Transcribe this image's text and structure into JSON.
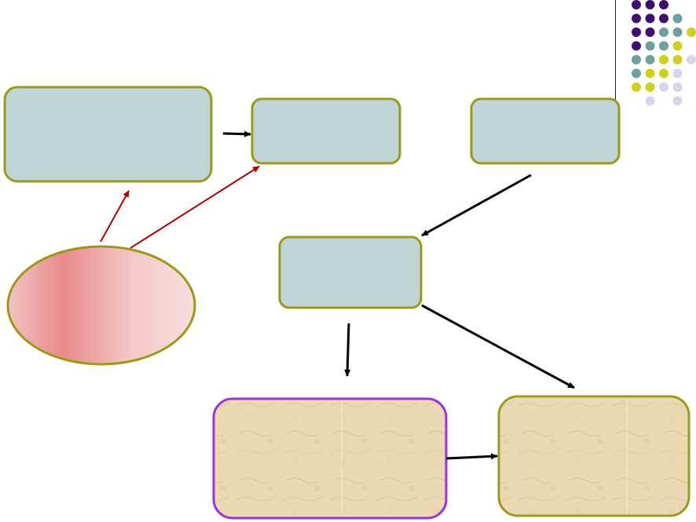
{
  "colors": {
    "box_fill": "#bfd5d5",
    "box_border": "#9a9a1a",
    "ellipse_border": "#9a9a1a",
    "ellipse_gradient": [
      "#f2c3c3",
      "#e88a8a",
      "#f4c7c7",
      "#f7dede"
    ],
    "parchment_fill": "#ead9b3",
    "parchment_border_left": "#9a33dd",
    "parchment_border_right": "#9a9a1a",
    "arrow_black": "#000000",
    "arrow_red": "#b30000",
    "dot_purple": "#3f0f6f",
    "dot_teal": "#6f9f9f",
    "dot_yellow": "#cfcf1f",
    "dot_lavender": "#d6d6ea"
  },
  "decoration": {
    "dot_grid": [
      [
        "purple",
        "purple",
        "purple",
        null,
        null
      ],
      [
        "purple",
        "purple",
        "purple",
        "teal",
        null
      ],
      [
        "purple",
        "purple",
        "teal",
        "teal",
        "yellow"
      ],
      [
        "purple",
        "teal",
        "teal",
        "yellow",
        null
      ],
      [
        "teal",
        "teal",
        "yellow",
        "yellow",
        "lavender"
      ],
      [
        "teal",
        "yellow",
        "yellow",
        "lavender",
        null
      ],
      [
        "yellow",
        "yellow",
        "lavender",
        "lavender",
        null
      ],
      [
        null,
        "lavender",
        null,
        "lavender",
        null
      ]
    ]
  },
  "diagram": {
    "nodes": [
      {
        "id": "box-top-left",
        "shape": "rounded-rect",
        "label": ""
      },
      {
        "id": "box-top-middle",
        "shape": "rounded-rect",
        "label": ""
      },
      {
        "id": "box-top-right",
        "shape": "rounded-rect",
        "label": ""
      },
      {
        "id": "box-center",
        "shape": "rounded-rect",
        "label": ""
      },
      {
        "id": "ellipse-left",
        "shape": "ellipse",
        "label": ""
      },
      {
        "id": "parchment-left",
        "shape": "rounded-rect",
        "label": ""
      },
      {
        "id": "parchment-right",
        "shape": "rounded-rect",
        "label": ""
      }
    ],
    "edges": [
      {
        "from": "box-top-left",
        "to": "box-top-middle",
        "color": "black"
      },
      {
        "from": "ellipse-left",
        "to": "box-top-left",
        "color": "red"
      },
      {
        "from": "ellipse-left",
        "to": "box-top-middle",
        "color": "red"
      },
      {
        "from": "box-top-right",
        "to": "box-center",
        "color": "black"
      },
      {
        "from": "box-center",
        "to": "parchment-left",
        "color": "black"
      },
      {
        "from": "box-center",
        "to": "parchment-right",
        "color": "black"
      },
      {
        "from": "parchment-left",
        "to": "parchment-right",
        "color": "black"
      }
    ]
  }
}
